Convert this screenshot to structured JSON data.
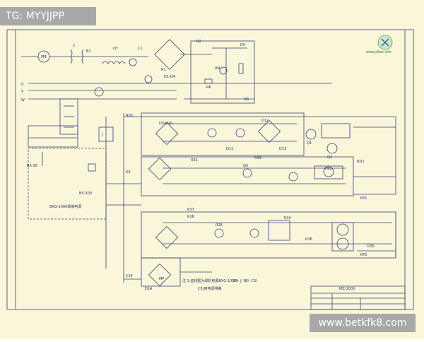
{
  "tag": "TG: MYYJJPP",
  "watermark_url": "www.betkfk8.com",
  "logo_text": "www.jdwx.info",
  "inputs": [
    "U",
    "V",
    "W"
  ],
  "components": [
    "PM",
    "C",
    "B1",
    "LH",
    "C1",
    "R1",
    "D1-D4",
    "R2",
    "D5",
    "R6",
    "D6",
    "AN",
    "D7-D10",
    "D11",
    "D12",
    "D13",
    "Q1",
    "Q2",
    "Q3",
    "R26",
    "R28",
    "R31",
    "R33",
    "R34",
    "R35",
    "R36",
    "R37",
    "D14",
    "C14",
    "KP1",
    "KP2",
    "RD1",
    "RD2",
    "J",
    "K3",
    "HL1",
    "MP"
  ],
  "labels": {
    "bx": "BX-30",
    "supply_left": "BXG-1000焊接电源",
    "supply_bottom": "BX-300",
    "note": "注 1.虚线框为焊机电源BXG-1000",
    "note2": "BA- J- BG- CSI",
    "note3": "C5)用电源电路",
    "title_block": "MZ-1000"
  },
  "colors": {
    "line": "#3a3f7a",
    "paper": "#f9f6d9",
    "accent": "#2e7d32"
  }
}
